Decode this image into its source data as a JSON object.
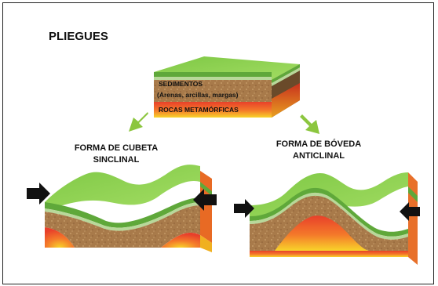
{
  "title": "PLIEGUES",
  "block_labels": {
    "sediments": "SEDIMENTOS",
    "sediments_detail": "(Arenas, arcillas, margas)",
    "metamorphic": "ROCAS METAMÓRFICAS"
  },
  "left_fold": {
    "line1": "FORMA DE CUBETA",
    "line2": "SINCLINAL"
  },
  "right_fold": {
    "line1": "FORMA DE BÓVEDA",
    "line2": "ANTICLINAL"
  },
  "colors": {
    "grass_top": "#8fd14f",
    "grass_side": "#5fa83a",
    "pale_layer": "#b8d89a",
    "sediment": "#a87a4a",
    "sediment_dark": "#7a5230",
    "metamorphic_red": "#e8402a",
    "metamorphic_yellow": "#f8d42a",
    "arrow_green": "#8cc63f",
    "arrow_black": "#111111"
  }
}
